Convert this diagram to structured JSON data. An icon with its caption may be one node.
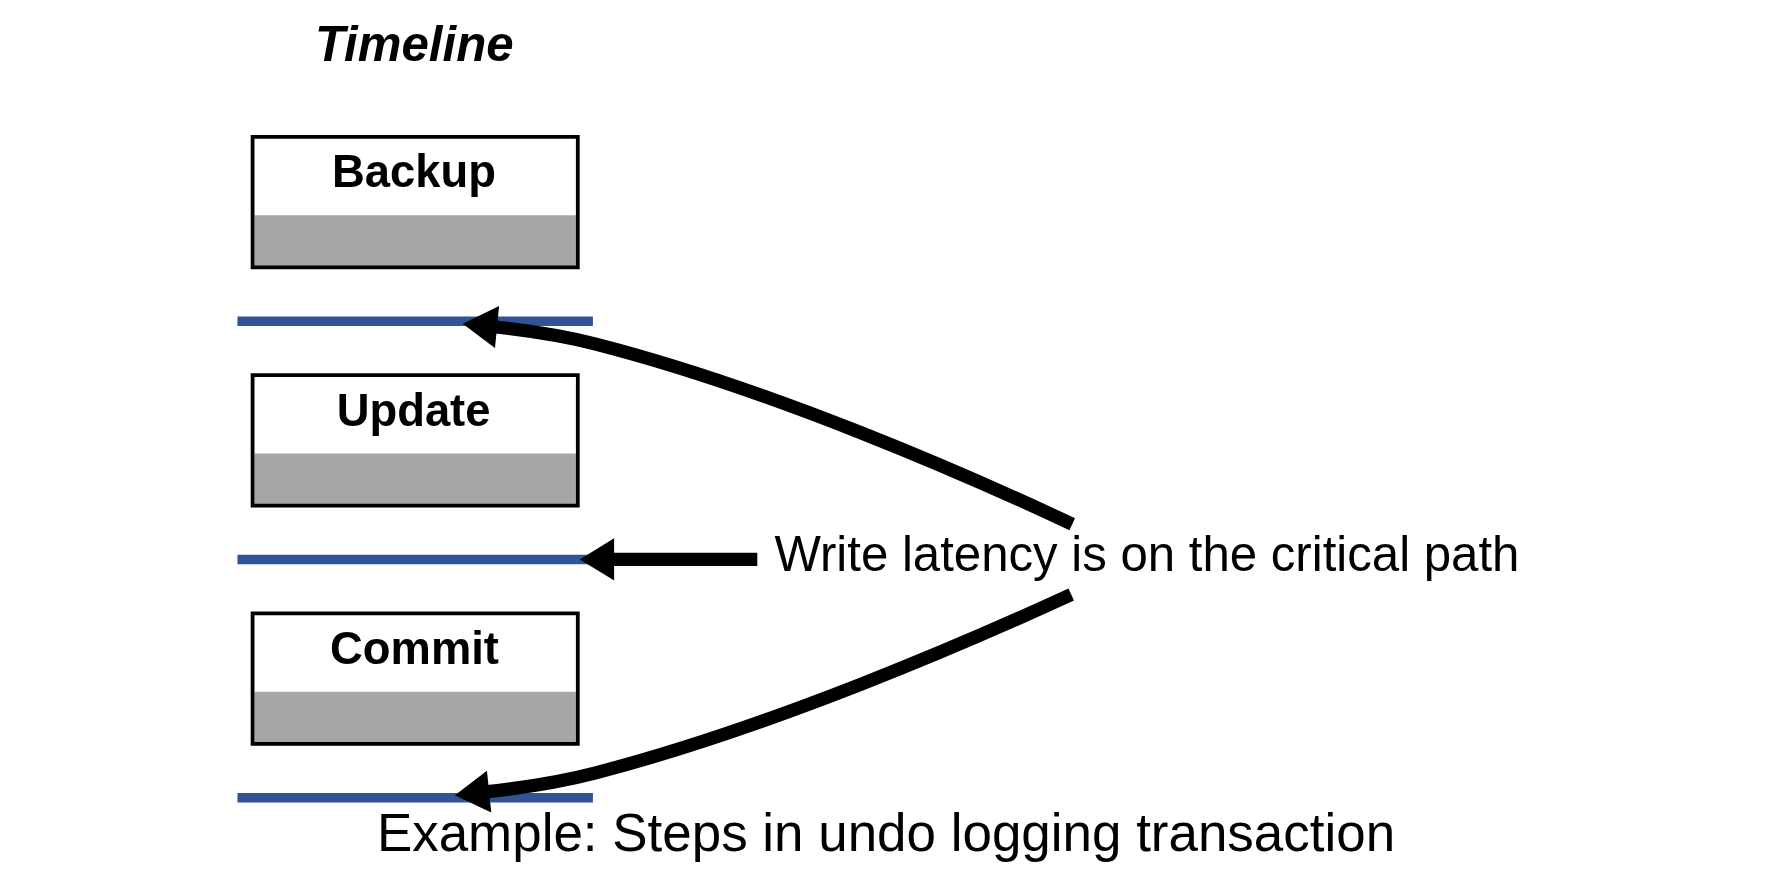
{
  "diagram": {
    "caption": "Example: Steps in undo logging transaction",
    "nodes": [
      {
        "text": [
          "Backup"
        ]
      },
      {
        "text": [],
        "shape": "bar"
      },
      {
        "text": [
          "Update"
        ]
      },
      {
        "text": [],
        "shape": "bar"
      },
      {
        "text": [
          "Commit"
        ]
      },
      {
        "text": [],
        "shape": "bar"
      },
      {
        "text": [
          "Write latency is on the critical path"
        ]
      }
    ],
    "edges": [
      {
        "from": 6,
        "to": 1,
        "arrow": "to"
      },
      {
        "from": 6,
        "to": 3,
        "arrow": "to"
      },
      {
        "from": 6,
        "to": 5,
        "arrow": "to"
      }
    ],
    "labels": [
      "Timeline"
    ]
  }
}
